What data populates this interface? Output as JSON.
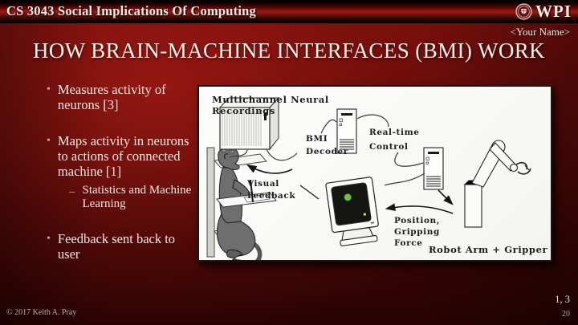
{
  "header": {
    "course": "CS 3043 Social Implications Of Computing",
    "logo": "WPI"
  },
  "slide": {
    "author": "<Your Name>",
    "title": "HOW BRAIN-MACHINE INTERFACES (BMI) WORK",
    "marker": "•",
    "sub_marker": "–",
    "bullets": {
      "b1": "Measures activity of neurons [3]",
      "b2": "Maps activity in neurons to actions of connected machine [1]",
      "b2_sub": "Statistics and Machine Learning",
      "b3": "Feedback sent back to user"
    }
  },
  "diagram": {
    "labels": {
      "multichannel_1": "Multichannel Neural",
      "multichannel_2": "Recordings",
      "bmi_1": "BMI",
      "bmi_2": "Decoder",
      "realtime_1": "Real-time",
      "realtime_2": "Control",
      "visual_1": "Visual",
      "visual_2": "Feedback",
      "position_1": "Position,",
      "position_2": "Gripping",
      "position_3": "Force",
      "robot": "Robot Arm + Gripper"
    },
    "colors": {
      "screen_bg": "#141711",
      "screen_dot": "#6cc24a",
      "small_dot": "#cfd06a"
    }
  },
  "footer": {
    "copyright": "© 2017 Keith A. Pray",
    "references": "1, 3",
    "page": "20"
  },
  "colors": {
    "background_red": "#7b100e",
    "bar_highlight_red": "#a01913"
  }
}
